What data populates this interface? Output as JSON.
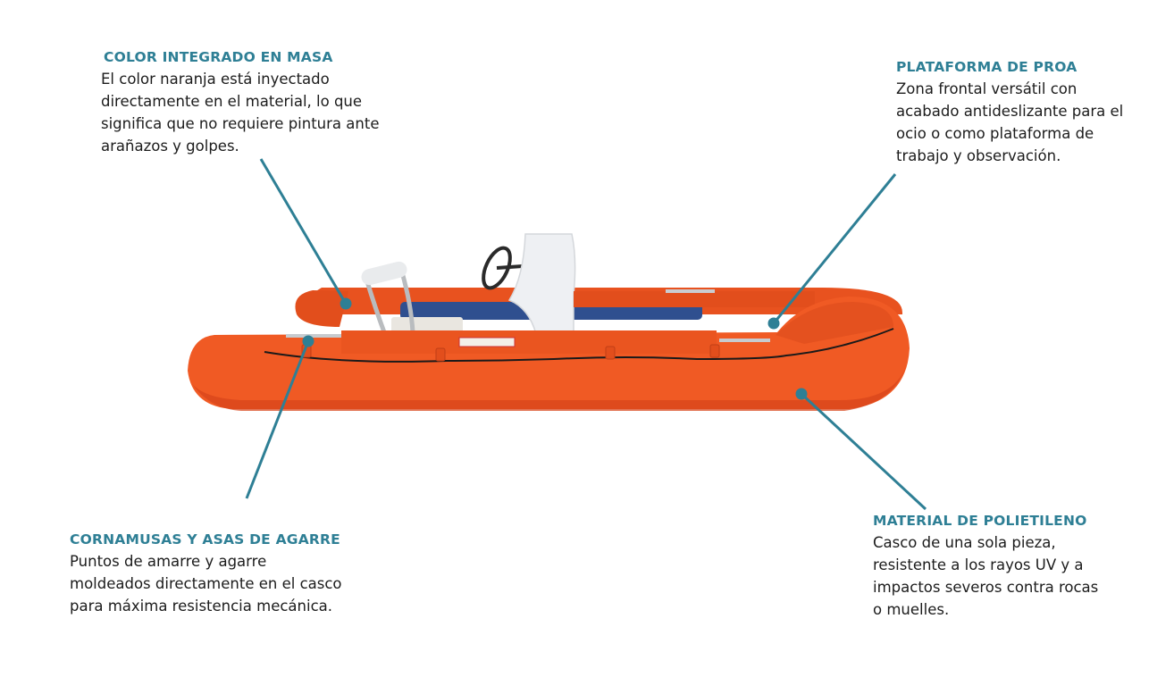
{
  "colors": {
    "accent": "#2e7f95",
    "hull": "#f05a24",
    "hull_dark": "#c9421a",
    "seat_blue": "#2f4f8f",
    "console_white": "#eef0f3"
  },
  "callouts": {
    "color": {
      "title": "COLOR INTEGRADO EN MASA",
      "text": "El color naranja está inyectado\ndirectamente en el material, lo que\nsignifica que no requiere pintura ante\narañazos y golpes."
    },
    "proa": {
      "title": "PLATAFORMA DE PROA",
      "text": "Zona frontal versátil con\nacabado antideslizante para el\nocio o como plataforma de\ntrabajo y observación."
    },
    "cornamusas": {
      "title": "CORNAMUSAS Y ASAS DE AGARRE",
      "text": "Puntos de amarre y agarre\nmoldeados directamente en el casco\npara máxima resistencia mecánica."
    },
    "polietileno": {
      "title": "MATERIAL DE POLIETILENO",
      "text": "Casco de una sola pieza,\nresistente a los rayos UV y a\nimpactos severos contra rocas\no muelles."
    }
  }
}
